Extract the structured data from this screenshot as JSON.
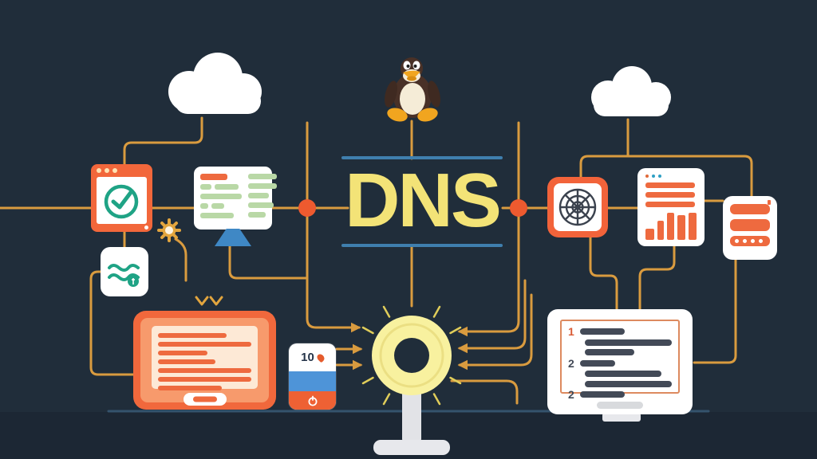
{
  "scene": {
    "title": {
      "text": "DNS"
    },
    "colors": {
      "background": "#202d3a",
      "bottom_strip": "#1c2734",
      "baseline": "#35536d",
      "connector_line": "#d99b3f",
      "node_dot": "#ee5a2f",
      "accent_orange": "#f2633a",
      "bar_orange": "#ee6a3f",
      "teal": "#1fa385",
      "title_yellow": "#f3e377",
      "rule_blue": "#3f7fae",
      "stand_blue": "#3f88c5",
      "dark_bar": "#434a57",
      "light_green_bar": "#b9d8a6",
      "ring_yellow": "#f8f19f"
    },
    "icons": [
      "cloud-icon-left",
      "linux-tux-mascot",
      "cloud-icon-right",
      "browser-check-icon",
      "waves-icon",
      "monitor-list-icon",
      "gear-icon",
      "orange-tablet-icon",
      "gauge-card-icon",
      "yellow-ring-scanner-icon",
      "globe-wireframe-icon",
      "webpage-layout-icon",
      "server-rack-icon",
      "code-monitor-icon",
      "connector-node-dot-left",
      "connector-node-dot-right"
    ],
    "gauge_card": {
      "value": "10"
    },
    "left_monitor": {
      "left_rows": [
        {
          "segs": [
            {
              "w": 34,
              "c": "#ee6a3f",
              "h": 8
            }
          ]
        },
        {
          "segs": [
            {
              "w": 14
            },
            {
              "w": 30
            }
          ]
        },
        {
          "segs": [
            {
              "w": 52
            }
          ]
        },
        {
          "segs": [
            {
              "w": 10
            },
            {
              "w": 16
            }
          ]
        },
        {
          "segs": [
            {
              "w": 42
            }
          ]
        }
      ],
      "right_rows": [
        {
          "segs": [
            {
              "w": 36
            }
          ]
        },
        {
          "segs": [
            {
              "w": 36
            }
          ]
        },
        {
          "segs": [
            {
              "w": 26
            }
          ]
        },
        {
          "segs": [
            {
              "w": 32
            }
          ]
        },
        {
          "segs": [
            {
              "w": 22
            }
          ]
        }
      ]
    },
    "orange_tablet": {
      "rows": [
        {
          "segs": [
            {
              "w": 86
            }
          ]
        },
        {
          "segs": [
            {
              "w": 120
            }
          ]
        },
        {
          "segs": [
            {
              "w": 62
            }
          ]
        },
        {
          "segs": [
            {
              "w": 72
            }
          ]
        },
        {
          "segs": [
            {
              "w": 122
            }
          ]
        },
        {
          "segs": [
            {
              "w": 120
            }
          ]
        },
        {
          "segs": [
            {
              "w": 80
            }
          ]
        }
      ]
    },
    "layout_card": {
      "rows": [
        {
          "segs": [
            {
              "w": 62,
              "h": 7
            }
          ]
        },
        {
          "segs": [
            {
              "w": 62,
              "h": 7
            }
          ]
        },
        {
          "segs": [
            {
              "w": 62,
              "h": 7
            }
          ]
        }
      ]
    },
    "code_monitor": {
      "rows": [
        {
          "segs": [
            {
              "t": "1",
              "c": "#d95b35"
            },
            {
              "w": 56
            }
          ]
        },
        {
          "pad": 21,
          "segs": [
            {
              "w": 122
            }
          ]
        },
        {
          "pad": 21,
          "segs": [
            {
              "w": 62
            }
          ]
        },
        {
          "segs": [
            {
              "t": "2",
              "c": "#434a57"
            },
            {
              "w": 44
            }
          ]
        },
        {
          "pad": 21,
          "segs": [
            {
              "w": 96
            }
          ]
        },
        {
          "pad": 21,
          "segs": [
            {
              "w": 122
            }
          ]
        },
        {
          "segs": [
            {
              "t": "2",
              "c": "#434a57"
            },
            {
              "w": 56
            }
          ]
        }
      ]
    }
  }
}
